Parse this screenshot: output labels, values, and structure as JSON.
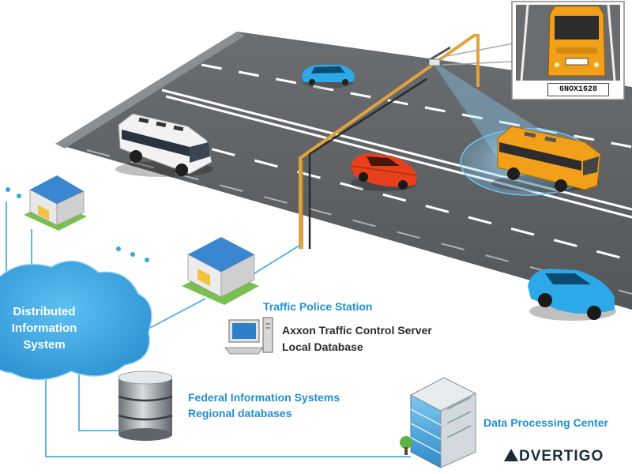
{
  "cloud": {
    "line1": "Distributed",
    "line2": "Information",
    "line3": "System"
  },
  "police": {
    "title": "Traffic Police Station"
  },
  "server": {
    "line1": "Axxon Traffic Control Server",
    "line2": "Local Database"
  },
  "federal": {
    "line1": "Federal Information Systems",
    "line2": "Regional databases"
  },
  "dpc": {
    "title": "Data Processing Center"
  },
  "camera": {
    "plate": "6NOX1628"
  },
  "watermark": {
    "text": "DVERTIGO"
  },
  "colors": {
    "accent": "#1f8fd6",
    "road": "#5a5d60",
    "cloud": "#3aa6e0",
    "cable": "#e2a43a",
    "car_blue": "#2da8e8",
    "car_red": "#e8401c",
    "bus_yellow": "#f2a01a"
  }
}
